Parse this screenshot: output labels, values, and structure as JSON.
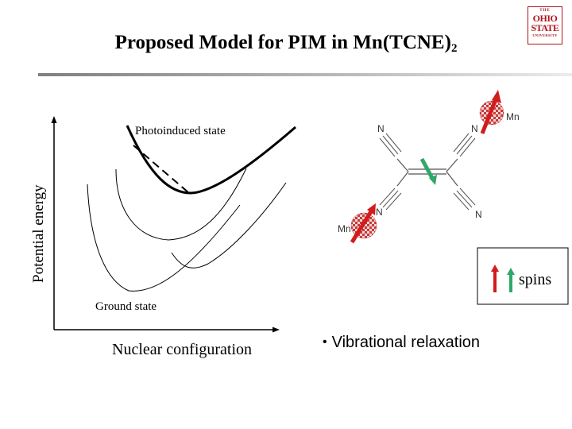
{
  "slide": {
    "title_main": "Proposed Model for PIM in Mn(TCNE)",
    "title_sub": "2",
    "logo": {
      "line1": "THE",
      "line2": "OHIO",
      "line3": "STATE",
      "line4": "UNIVERSITY"
    }
  },
  "diagram": {
    "y_axis_label": "Potential energy",
    "x_axis_label": "Nuclear configuration",
    "upper_state_label": "Photoinduced state",
    "lower_state_label": "Ground state"
  },
  "molecule": {
    "atom_N": "N",
    "atom_Mn": "Mn",
    "legend_label": "spins"
  },
  "bullets": [
    "Vibrational relaxation"
  ],
  "colors": {
    "spin_red": "#d21c1c",
    "spin_green": "#2fa86a",
    "logo_red": "#b0151c"
  }
}
